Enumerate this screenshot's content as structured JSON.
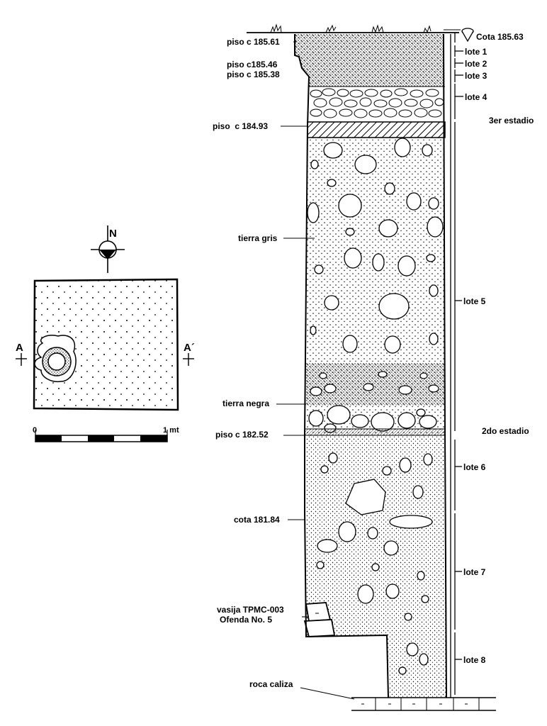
{
  "plan": {
    "north_label": "N",
    "section_left_label": "A",
    "section_right_label": "A´",
    "scale_start_label": "0",
    "scale_end_label": "1 mt"
  },
  "elevations": {
    "piso_185_61": "piso c 185.61",
    "piso_185_46": "piso c185.46",
    "piso_185_38": "piso c 185.38",
    "piso_184_93": "piso  c 184.93",
    "tierra_gris": "tierra gris",
    "tierra_negra": "tierra negra",
    "piso_182_52": "piso c 182.52",
    "cota_181_84": "cota 181.84",
    "vasija": "vasija TPMC-003",
    "ofrenda": "Ofenda No. 5",
    "roca_caliza": "roca caliza"
  },
  "lotes": {
    "cota": "Cota 185.63",
    "lote1": "lote 1",
    "lote2": "lote 2",
    "lote3": "lote 3",
    "lote4": "lote 4",
    "lote5": "lote 5",
    "lote6": "lote 6",
    "lote7": "lote 7",
    "lote8": "lote 8"
  },
  "stages": {
    "third": "3er estadio",
    "second": "2do estadio"
  }
}
